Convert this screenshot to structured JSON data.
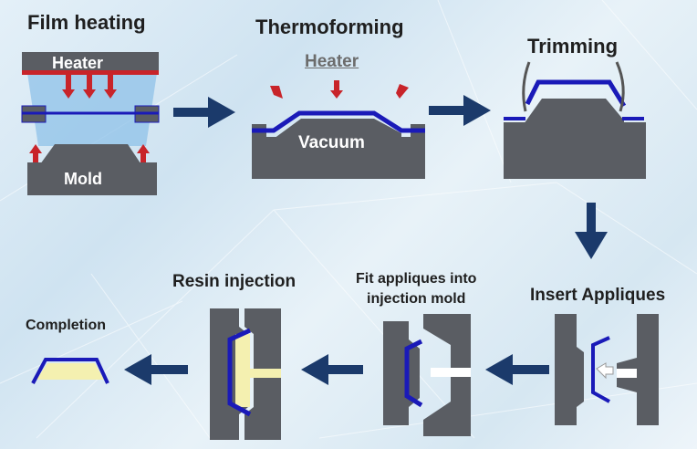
{
  "steps": {
    "film_heating": {
      "title": "Film heating",
      "heater": "Heater",
      "mold": "Mold"
    },
    "thermoforming": {
      "title": "Thermoforming",
      "heater": "Heater",
      "vacuum": "Vacuum"
    },
    "trimming": {
      "title": "Trimming"
    },
    "insert_appliques": {
      "title": "Insert Appliques"
    },
    "fit_appliques": {
      "title_line1": "Fit appliques into",
      "title_line2": "injection mold"
    },
    "resin_injection": {
      "title": "Resin injection"
    },
    "completion": {
      "title": "Completion"
    }
  },
  "colors": {
    "mold_gray": "#5a5d63",
    "film_blue": "#1a1ab8",
    "heater_red": "#c8242a",
    "arrow_navy": "#1b3a6b",
    "resin_yellow": "#f4f0b0",
    "heat_glow": "#7fb9e6"
  }
}
